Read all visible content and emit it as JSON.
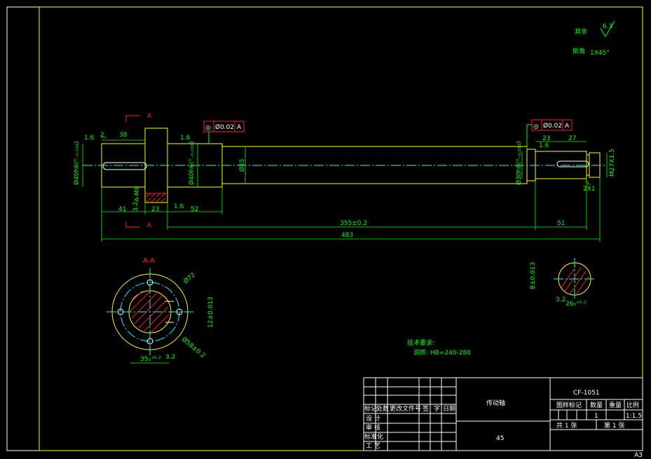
{
  "colors": {
    "background": "#000000",
    "outline": "#ffff00",
    "dimension": "#00ff00",
    "frame": "#ffffff",
    "centerline": "#00ffff",
    "hatch": "#ff2020"
  },
  "notes": {
    "roughness_label": "其余",
    "roughness_value": "6.3",
    "chamfer_label": "倒角",
    "chamfer_value": "1X45°",
    "tech_title": "技术要求:",
    "tech_line": "调质: HB=240-280"
  },
  "section_labels": {
    "a": "A",
    "aa": "A-A"
  },
  "tolerance_frames": {
    "left_symbol": "◎",
    "left_value": "Ø0.02",
    "left_datum": "A",
    "right_symbol": "◎",
    "right_value": "Ø0.02",
    "right_datum": "A"
  },
  "dims": {
    "d2": "2",
    "d38": "38",
    "d41": "41",
    "d23a": "23",
    "d52": "52",
    "d355": "355±0.2",
    "d483": "483",
    "d51": "51",
    "d23b": "23",
    "d27": "27",
    "d2x1": "2X1",
    "m27": "M27X1.5",
    "phi40a": "Ø40h6(⁰₋₀.₀₁₆)",
    "phi40b": "Ø40h6(⁰₋₀.₀₁₆)",
    "phi45": "Ø45",
    "phi30": "Ø30h6(⁰₋₀.₀₁₃)",
    "keyway": "A-M8",
    "r32": "3.2",
    "r16a": "1.6",
    "r16b": "1.6",
    "r16c": "1.6",
    "r16d": "1.6",
    "phi72": "Ø72",
    "d12": "12±0.013",
    "phi58": "Ø58±0.2",
    "d35": "35₀⁺⁰·²",
    "d8": "8±0.013",
    "d26": "26₀⁺⁰·²",
    "r32b": "3.2",
    "r32c": "3.2"
  },
  "title_block": {
    "part_name": "传动轴",
    "drawing_no": "CF-1051",
    "material": "45",
    "h_mark": "标记",
    "h_count": "处数",
    "h_doc": "更改文件号",
    "h_sign": "签",
    "h_char": "字",
    "h_date": "日期",
    "r_design": "设 计",
    "r_review": "审 核",
    "r_std": "标准化",
    "r_process": "工 艺",
    "h_stage": "图样标记",
    "h_qty": "数量",
    "h_weight": "重量",
    "h_scale": "比例",
    "v_qty": "1",
    "v_scale": "1:1.5",
    "sheets_total": "共  1  张",
    "sheet_no": "第  1  张"
  },
  "sheet_size": "A3"
}
